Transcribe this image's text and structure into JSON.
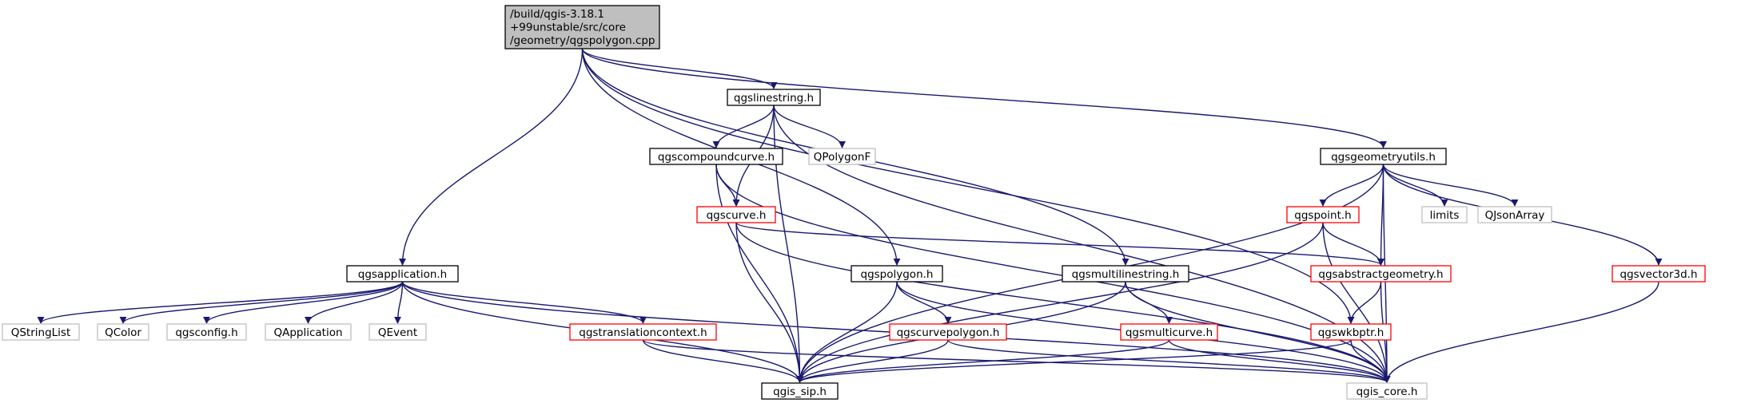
{
  "colors": {
    "edge": "#191970",
    "border_normal": "#000000",
    "border_external": "#bfbfbf",
    "border_incomplete": "#ff0000",
    "root_fill": "#bfbfbf",
    "fill": "#ffffff"
  },
  "nodes": {
    "root": {
      "lines": [
        "/build/qgis-3.18.1",
        "+99unstable/src/core",
        "/geometry/qgspolygon.cpp"
      ],
      "kind": "root"
    },
    "qgslinestring": {
      "lines": [
        "qgslinestring.h"
      ],
      "kind": "normal"
    },
    "qgscompoundcurve": {
      "lines": [
        "qgscompoundcurve.h"
      ],
      "kind": "normal"
    },
    "qpolygonf": {
      "lines": [
        "QPolygonF"
      ],
      "kind": "external"
    },
    "qgscurve": {
      "lines": [
        "qgscurve.h"
      ],
      "kind": "incomplete"
    },
    "qgsgeometryutils": {
      "lines": [
        "qgsgeometryutils.h"
      ],
      "kind": "normal"
    },
    "qgspoint": {
      "lines": [
        "qgspoint.h"
      ],
      "kind": "incomplete"
    },
    "limits": {
      "lines": [
        "limits"
      ],
      "kind": "external"
    },
    "qjsonarray": {
      "lines": [
        "QJsonArray"
      ],
      "kind": "external"
    },
    "qgsvector3d": {
      "lines": [
        "qgsvector3d.h"
      ],
      "kind": "incomplete"
    },
    "qgsapplication": {
      "lines": [
        "qgsapplication.h"
      ],
      "kind": "normal"
    },
    "qgspolygon": {
      "lines": [
        "qgspolygon.h"
      ],
      "kind": "normal"
    },
    "qgsmultilinestring": {
      "lines": [
        "qgsmultilinestring.h"
      ],
      "kind": "normal"
    },
    "qgsabstractgeometry": {
      "lines": [
        "qgsabstractgeometry.h"
      ],
      "kind": "incomplete"
    },
    "qstringlist": {
      "lines": [
        "QStringList"
      ],
      "kind": "external"
    },
    "qcolor": {
      "lines": [
        "QColor"
      ],
      "kind": "external"
    },
    "qgsconfig": {
      "lines": [
        "qgsconfig.h"
      ],
      "kind": "external"
    },
    "qapplication": {
      "lines": [
        "QApplication"
      ],
      "kind": "external"
    },
    "qevent": {
      "lines": [
        "QEvent"
      ],
      "kind": "external"
    },
    "qgstranslationcontext": {
      "lines": [
        "qgstranslationcontext.h"
      ],
      "kind": "incomplete"
    },
    "qgscurvepolygon": {
      "lines": [
        "qgscurvepolygon.h"
      ],
      "kind": "incomplete"
    },
    "qgsmulticurve": {
      "lines": [
        "qgsmulticurve.h"
      ],
      "kind": "incomplete"
    },
    "qgswkbptr": {
      "lines": [
        "qgswkbptr.h"
      ],
      "kind": "incomplete"
    },
    "qgis_sip": {
      "lines": [
        "qgis_sip.h"
      ],
      "kind": "normal"
    },
    "qgis_core": {
      "lines": [
        "qgis_core.h"
      ],
      "kind": "external"
    }
  },
  "edges": [
    [
      "root",
      "qgsapplication"
    ],
    [
      "root",
      "qgspolygon"
    ],
    [
      "root",
      "qgsmultilinestring"
    ],
    [
      "root",
      "qgswkbptr"
    ],
    [
      "root",
      "qgslinestring"
    ],
    [
      "root",
      "qgsgeometryutils"
    ],
    [
      "qgslinestring",
      "qgscompoundcurve"
    ],
    [
      "qgslinestring",
      "qpolygonf"
    ],
    [
      "qgslinestring",
      "qgscurve"
    ],
    [
      "qgslinestring",
      "qgis_sip"
    ],
    [
      "qgslinestring",
      "qgis_core"
    ],
    [
      "qgscompoundcurve",
      "qgscurve"
    ],
    [
      "qgscompoundcurve",
      "qgis_sip"
    ],
    [
      "qgscompoundcurve",
      "qgis_core"
    ],
    [
      "qgscurve",
      "qgis_sip"
    ],
    [
      "qgscurve",
      "qgsabstractgeometry"
    ],
    [
      "qgscurve",
      "qgis_core"
    ],
    [
      "qgsgeometryutils",
      "qgspoint"
    ],
    [
      "qgsgeometryutils",
      "limits"
    ],
    [
      "qgsgeometryutils",
      "qjsonarray"
    ],
    [
      "qgsgeometryutils",
      "qgsvector3d"
    ],
    [
      "qgsgeometryutils",
      "qgsabstractgeometry"
    ],
    [
      "qgsgeometryutils",
      "qgis_sip"
    ],
    [
      "qgsgeometryutils",
      "qgis_core"
    ],
    [
      "qgspoint",
      "qgsabstractgeometry"
    ],
    [
      "qgspoint",
      "qgis_sip"
    ],
    [
      "qgspoint",
      "qgis_core"
    ],
    [
      "qgsvector3d",
      "qgis_core"
    ],
    [
      "qgsabstractgeometry",
      "qgswkbptr"
    ],
    [
      "qgsabstractgeometry",
      "qgis_core"
    ],
    [
      "qgsapplication",
      "qstringlist"
    ],
    [
      "qgsapplication",
      "qcolor"
    ],
    [
      "qgsapplication",
      "qgsconfig"
    ],
    [
      "qgsapplication",
      "qapplication"
    ],
    [
      "qgsapplication",
      "qevent"
    ],
    [
      "qgsapplication",
      "qgstranslationcontext"
    ],
    [
      "qgsapplication",
      "qgis_sip"
    ],
    [
      "qgsapplication",
      "qgis_core"
    ],
    [
      "qgspolygon",
      "qgscurvepolygon"
    ],
    [
      "qgspolygon",
      "qgis_sip"
    ],
    [
      "qgspolygon",
      "qgis_core"
    ],
    [
      "qgsmultilinestring",
      "qgsmulticurve"
    ],
    [
      "qgsmultilinestring",
      "qgis_sip"
    ],
    [
      "qgsmultilinestring",
      "qgis_core"
    ],
    [
      "qgstranslationcontext",
      "qgis_sip"
    ],
    [
      "qgstranslationcontext",
      "qgis_core"
    ],
    [
      "qgscurvepolygon",
      "qgis_sip"
    ],
    [
      "qgscurvepolygon",
      "qgis_core"
    ],
    [
      "qgsmulticurve",
      "qgis_sip"
    ],
    [
      "qgsmulticurve",
      "qgis_core"
    ],
    [
      "qgswkbptr",
      "qgis_sip"
    ],
    [
      "qgswkbptr",
      "qgis_core"
    ]
  ]
}
